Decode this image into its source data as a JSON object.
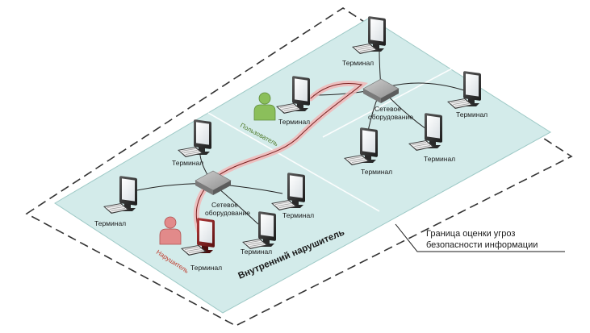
{
  "labels": {
    "terminal": "Терминал",
    "network_equipment_line1": "Сетевое",
    "network_equipment_line2": "оборудование",
    "user": "Пользователь",
    "intruder": "Нарушитель",
    "internal_intruder": "Внутренний нарушитель",
    "boundary_line1": "Граница оценки угроз",
    "boundary_line2": "безопасности информации"
  },
  "colors": {
    "zone_fill": "#d3ebea",
    "user_figure": "#8bbf5b",
    "user_text": "#4f7a2a",
    "intruder_figure": "#e28a8a",
    "intruder_text": "#c0392b",
    "attack_path": "#e8a8a8",
    "cable": "#222222",
    "switch": "#9a9a9a"
  },
  "icons": {
    "terminal": "computer-monitor-keyboard-icon",
    "switch": "network-switch-icon",
    "person": "person-icon"
  }
}
